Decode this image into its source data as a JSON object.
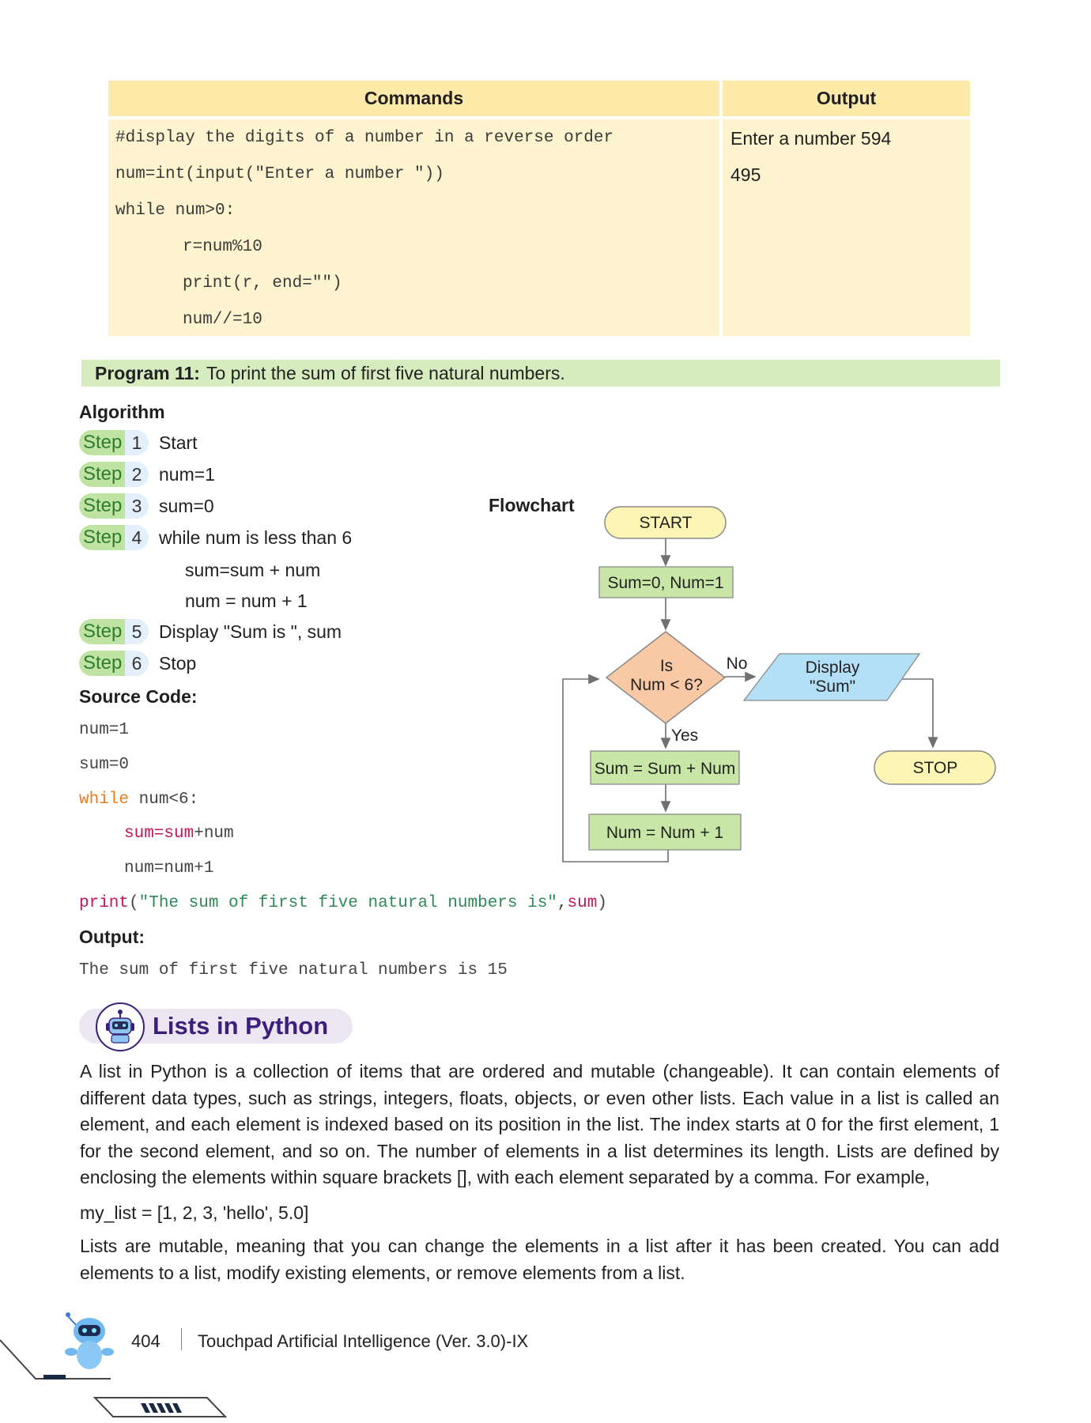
{
  "commands_table": {
    "header_commands": "Commands",
    "header_output": "Output",
    "code_lines": [
      "#display the digits of a number in a reverse order",
      "num=int(input(\"Enter a number \"))",
      "while num>0:",
      "r=num%10",
      "print(r, end=\"\")",
      "num//=10"
    ],
    "output_lines": [
      "Enter a number 594",
      "495"
    ]
  },
  "program": {
    "label": "Program 11:",
    "title": "To print the sum of first five natural numbers."
  },
  "algorithm": {
    "heading": "Algorithm",
    "step_word": "Step",
    "steps": [
      {
        "num": "1",
        "text": "Start"
      },
      {
        "num": "2",
        "text": "num=1"
      },
      {
        "num": "3",
        "text": "sum=0"
      },
      {
        "num": "4",
        "text": "while num is less than 6"
      },
      {
        "num": "5",
        "text": "Display \"Sum is \", sum"
      },
      {
        "num": "6",
        "text": "Stop"
      }
    ],
    "sub_lines": [
      "sum=sum + num",
      "num = num + 1"
    ]
  },
  "source": {
    "heading": "Source Code:",
    "line1": "num=1",
    "line2": "sum=0",
    "while_kw": "while",
    "while_rest": " num<6:",
    "line4_pink": "sum=sum",
    "line4_rest": "+num",
    "line5": "num=num+1",
    "print_kw": "print",
    "print_open": "(",
    "print_str": "\"The sum of first five natural numbers is\"",
    "print_comma": ",",
    "print_var": "sum",
    "print_close": ")"
  },
  "output": {
    "heading": "Output:",
    "text": "The sum of first five natural numbers is 15"
  },
  "flowchart": {
    "heading": "Flowchart",
    "start": "START",
    "init": "Sum=0, Num=1",
    "decision_line1": "Is",
    "decision_line2": "Num < 6?",
    "no_label": "No",
    "yes_label": "Yes",
    "display_line1": "Display",
    "display_line2": "\"Sum\"",
    "sum_step": "Sum = Sum + Num",
    "num_step": "Num = Num + 1",
    "stop": "STOP"
  },
  "lists": {
    "title": "Lists in Python",
    "para1": "A list in Python is a collection of items that are ordered and mutable (changeable). It can contain elements of different data types, such as strings, integers, floats, objects, or even other lists. Each value in a list is called an element, and each element is indexed based on its position in the list. The index starts at 0 for the first element, 1 for the second element, and so on. The number of elements in a list determines its length. Lists are defined by enclosing the elements within square brackets [], with each element separated by a comma. For example,",
    "example": "my_list = [1, 2, 3, 'hello', 5.0]",
    "para2": "Lists are mutable, meaning that you can change the elements in a list after it has been created. You can add elements to a list, modify existing elements, or remove elements from a list."
  },
  "footer": {
    "page_number": "404",
    "book_title": "Touchpad Artificial Intelligence (Ver. 3.0)-IX"
  },
  "colors": {
    "table_header": "#fde9a8",
    "table_body": "#fef3cf",
    "banner": "#d6ecbe",
    "step_green": "#bfe3a0",
    "flow_terminal": "#fdf5b3",
    "flow_process": "#c8e6a6",
    "flow_decision": "#f9c9a6",
    "flow_io": "#b3dff7",
    "lists_title": "#3b1f7a"
  }
}
